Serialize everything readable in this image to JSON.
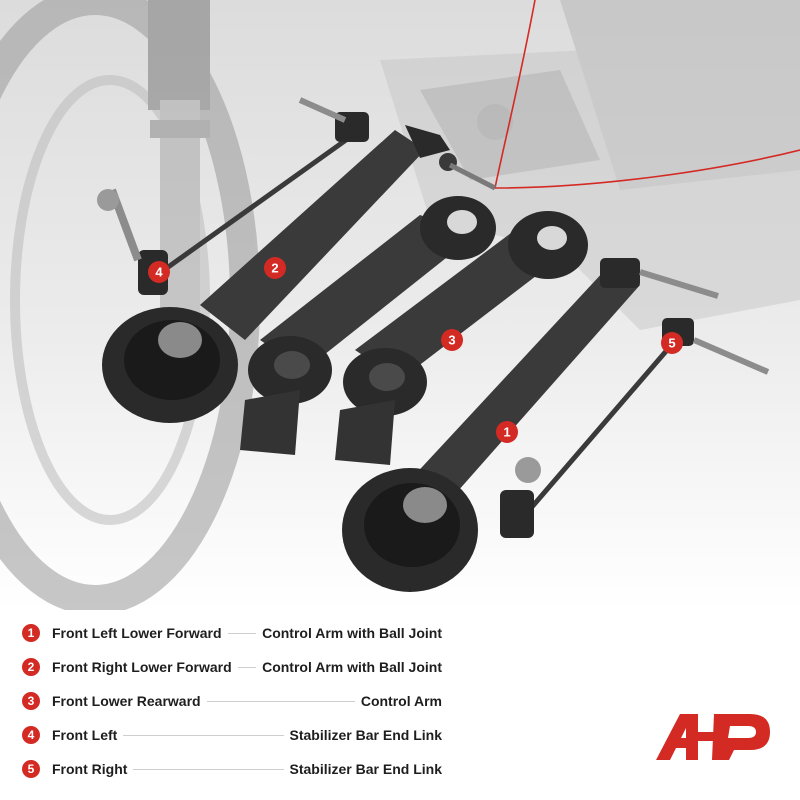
{
  "colors": {
    "accent": "#d42a24",
    "text": "#1e1e1e",
    "part": "#2a2a2a"
  },
  "callouts": [
    "1",
    "2",
    "3",
    "4",
    "5"
  ],
  "legend": [
    {
      "num": "1",
      "left": "Front Left Lower Forward",
      "right": "Control Arm with Ball Joint"
    },
    {
      "num": "2",
      "left": "Front Right Lower Forward",
      "right": "Control Arm with Ball Joint"
    },
    {
      "num": "3",
      "left": "Front Lower Rearward",
      "right": "Control Arm"
    },
    {
      "num": "4",
      "left": "Front Left",
      "right": "Stabilizer Bar End Link"
    },
    {
      "num": "5",
      "left": "Front Right",
      "right": "Stabilizer Bar End Link"
    }
  ],
  "logo_icon": "ap-brand-logo-icon"
}
